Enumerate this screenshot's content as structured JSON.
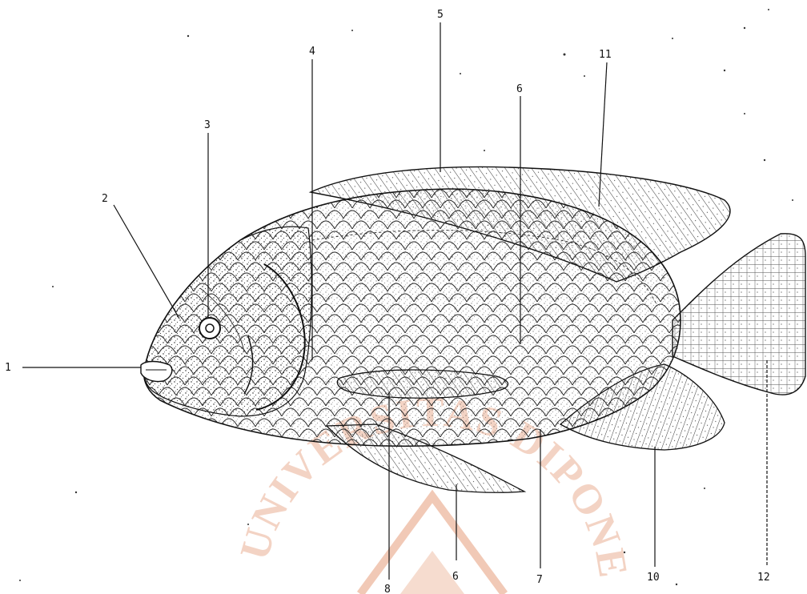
{
  "figure": {
    "labels": [
      "1",
      "2",
      "3",
      "4",
      "5",
      "6",
      "7",
      "8",
      "6",
      "10",
      "11",
      "12"
    ]
  },
  "watermark": {
    "text": "UNIVERSITAS DIPONEGORO"
  },
  "colors": {
    "ink": "#111111",
    "watermark": "#f3d3c4",
    "background": "#ffffff"
  }
}
